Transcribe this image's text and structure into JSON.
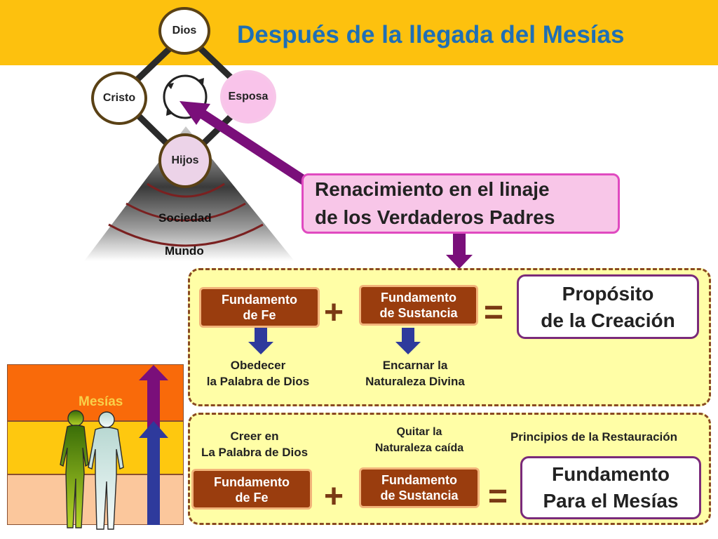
{
  "title": "Después de la llegada del Mesías",
  "diagram": {
    "nodes": {
      "top": "Dios",
      "left": "Cristo",
      "right": "Esposa",
      "bottom": "Hijos"
    },
    "spread": {
      "inner": "Sociedad",
      "outer": "Mundo"
    }
  },
  "callout": {
    "line1": "Renacimiento en el linaje",
    "line2": "de los Verdaderos Padres"
  },
  "upper_panel": {
    "fe": {
      "line1": "Fundamento",
      "line2": "de Fe"
    },
    "sustancia": {
      "line1": "Fundamento",
      "line2": "de Sustancia"
    },
    "plus": "+",
    "equals": "=",
    "result": {
      "line1": "Propósito",
      "line2": "de la Creación"
    },
    "fe_caption": {
      "line1": "Obedecer",
      "line2": "la Palabra de Dios"
    },
    "sustancia_caption": {
      "line1": "Encarnar la",
      "line2": "Naturaleza Divina"
    }
  },
  "lower_panel": {
    "fe_caption": {
      "line1": "Creer en",
      "line2": "La Palabra de Dios"
    },
    "sustancia_caption": {
      "line1": "Quitar la",
      "line2": "Naturaleza caída"
    },
    "heading": "Principios de la Restauración",
    "fe": {
      "line1": "Fundamento",
      "line2": "de Fe"
    },
    "sustancia": {
      "line1": "Fundamento",
      "line2": "de Sustancia"
    },
    "plus": "+",
    "equals": "=",
    "result": {
      "line1": "Fundamento",
      "line2": "Para el Mesías"
    }
  },
  "staircase": {
    "label": "Mesías"
  },
  "colors": {
    "header": "#fdc10e",
    "title": "#1f6fb5",
    "callout_fill": "#f8c6e8",
    "callout_border": "#e04ac0",
    "panel_fill": "#fffea6",
    "button_fill": "#9a3d0e",
    "arrow_purple": "#7a0f7a",
    "arrow_blue": "#2e3a9c",
    "mesias_label": "#f8d14a"
  }
}
